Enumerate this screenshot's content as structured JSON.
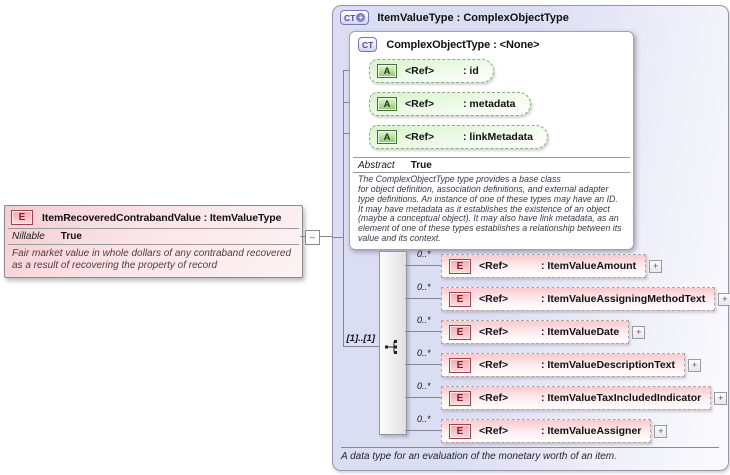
{
  "colors": {
    "element_accent": "#f3b9c0",
    "attribute_accent": "#a9dd8d",
    "type_panel_background": "#dbddf3",
    "connector_gray": "#85858f"
  },
  "element_box": {
    "icon": "E",
    "title": "ItemRecoveredContrabandValue : ItemValueType",
    "property_name": "Nillable",
    "property_value": "True",
    "documentation": "Fair market value in whole dollars of any contraband recovered as a result of recovering the property of record",
    "collapse_glyph": "–"
  },
  "type_panel": {
    "icon": "CT",
    "icon_plus": "+",
    "title": "ItemValueType : ComplexObjectType",
    "footer_documentation": "A data type for an evaluation of the monetary worth of an item.",
    "base_type": {
      "icon": "CT",
      "title": "ComplexObjectType : <None>",
      "attributes": [
        {
          "icon": "A",
          "ref": "<Ref>",
          "name": ": id"
        },
        {
          "icon": "A",
          "ref": "<Ref>",
          "name": ": metadata"
        },
        {
          "icon": "A",
          "ref": "<Ref>",
          "name": ": linkMetadata"
        }
      ],
      "property_name": "Abstract",
      "property_value": "True",
      "documentation": "The ComplexObjectType type provides a base class\nfor object definition, association definitions, and external adapter\ntype definitions. An instance of one of these types may have an ID.\nIt may have metadata as it establishes the existence of an object\n(maybe a conceptual object). It may also have link metadata, as an\nelement of one of these types establishes a relationship between its\nvalue and its context."
    },
    "sequence": {
      "cardinality": "[1]..[1]",
      "expand_glyph": "+",
      "elements": [
        {
          "icon": "E",
          "occurs": "0..*",
          "ref": "<Ref>",
          "name": ": ItemValueAmount"
        },
        {
          "icon": "E",
          "occurs": "0..*",
          "ref": "<Ref>",
          "name": ": ItemValueAssigningMethodText"
        },
        {
          "icon": "E",
          "occurs": "0..*",
          "ref": "<Ref>",
          "name": ": ItemValueDate"
        },
        {
          "icon": "E",
          "occurs": "0..*",
          "ref": "<Ref>",
          "name": ": ItemValueDescriptionText"
        },
        {
          "icon": "E",
          "occurs": "0..*",
          "ref": "<Ref>",
          "name": ": ItemValueTaxIncludedIndicator"
        },
        {
          "icon": "E",
          "occurs": "0..*",
          "ref": "<Ref>",
          "name": ": ItemValueAssigner"
        }
      ]
    }
  }
}
